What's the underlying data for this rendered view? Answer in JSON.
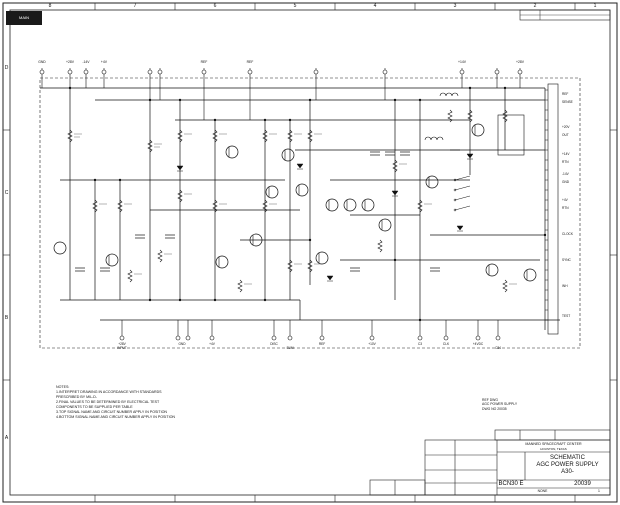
{
  "title_block": {
    "org": "MANNED SPACECRAFT CENTER",
    "org_sub": "HOUSTON, TEXAS",
    "sheet_type": "SCHEMATIC",
    "title_line1": "AGC POWER SUPPLY",
    "title_line2": "A30-",
    "dwg_no": "20039",
    "code": "BCN30 E",
    "scale": "NONE",
    "sheet": "1"
  },
  "notes": {
    "heading": "NOTES:",
    "lines": [
      "1.INTERPRET DRAWING IN ACCORDANCE WITH STANDARDS",
      "   PRESCRIBED BY MIL-D-",
      "2.FINAL VALUES TO BE DETERMINED BY ELECTRICAL TEST",
      "   COMPONENTS TO BE SUPPLIED PER TABLE",
      "3.TOP SIGNAL NAME AND CIRCUIT NUMBER APPLY IN POSITION",
      "4.BOTTOM SIGNAL NAME AND CIRCUIT NUMBER APPLY IN POSITION"
    ]
  },
  "ref_dwg": {
    "heading": "REF DWG",
    "lines": [
      "AGC POWER SUPPLY",
      "DWG NO 20035"
    ]
  },
  "border": {
    "columns": [
      "8",
      "7",
      "6",
      "5",
      "4",
      "3",
      "2",
      "1"
    ],
    "rows": [
      "D",
      "C",
      "B",
      "A"
    ]
  },
  "top_terminals": [
    "GND",
    "+28V",
    "-14V",
    "+4V",
    "REF",
    "REF",
    "+14V",
    "+28V"
  ],
  "right_connectors": [
    "REF",
    "SENSE",
    "+20V",
    "OUT",
    "+14V",
    "RTN",
    "-14V",
    "GND",
    "+4V",
    "RTN",
    "CLOCK",
    "SYNC",
    "INH",
    "TEST"
  ],
  "bottom_connectors": [
    "+28V",
    "INPUT",
    "GND",
    "+4V",
    "DISC",
    "SUM",
    "REF",
    "+10V",
    "C3",
    "CLK",
    "+4VDC",
    "C34"
  ],
  "stamp": "MAIN"
}
